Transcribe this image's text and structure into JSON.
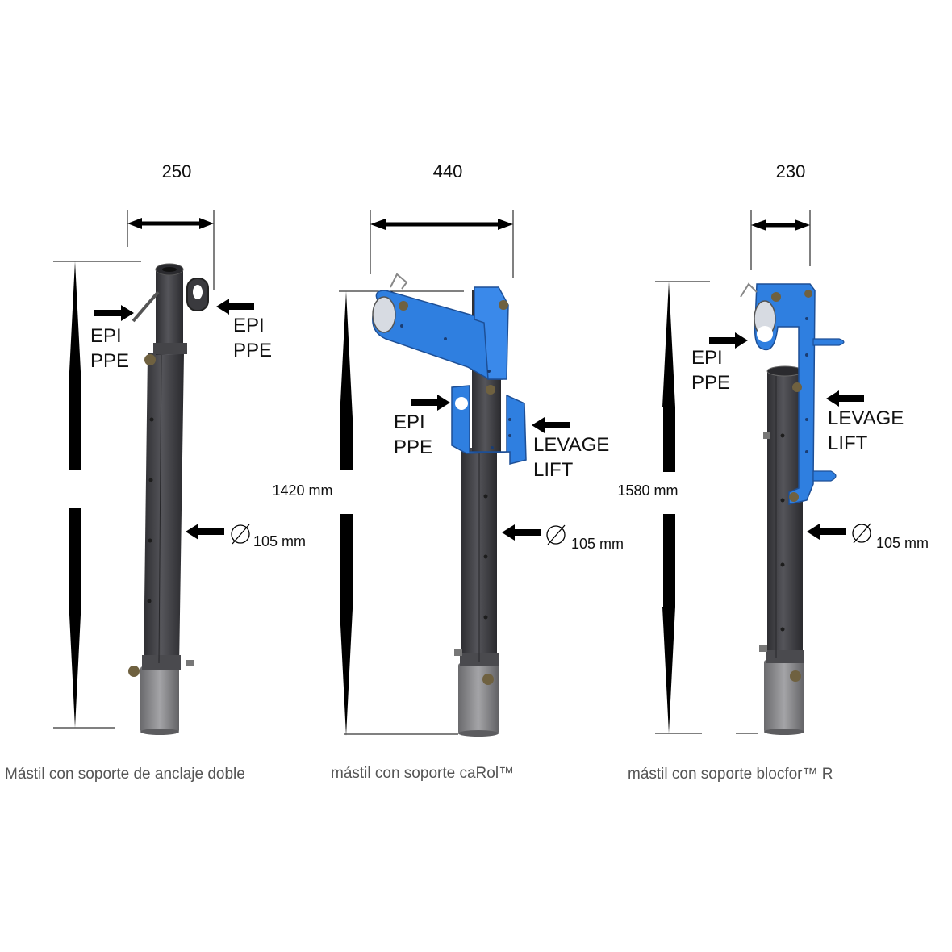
{
  "masts": [
    {
      "width_label": "250",
      "height_label": "",
      "epi": "EPI",
      "ppe": "PPE",
      "epi2": "EPI",
      "ppe2": "PPE",
      "diameter_label": "105 mm",
      "caption": "Mástil con soporte de anclaje doble"
    },
    {
      "width_label": "440",
      "height_label": "1420 mm",
      "epi": "EPI",
      "ppe": "PPE",
      "levage": "LEVAGE",
      "lift": "LIFT",
      "diameter_label": "105 mm",
      "caption": "mástil con soporte caRol™"
    },
    {
      "width_label": "230",
      "height_label": "1580 mm",
      "epi": "EPI",
      "ppe": "PPE",
      "levage": "LEVAGE",
      "lift": "LIFT",
      "diameter_label": "105 mm",
      "caption": "mástil con soporte blocfor™ R"
    }
  ],
  "colors": {
    "pole_dark": "#3f3f43",
    "pole_sleeve": "#7d7d80",
    "bracket_blue": "#2f7fe0",
    "ink": "#000000"
  }
}
